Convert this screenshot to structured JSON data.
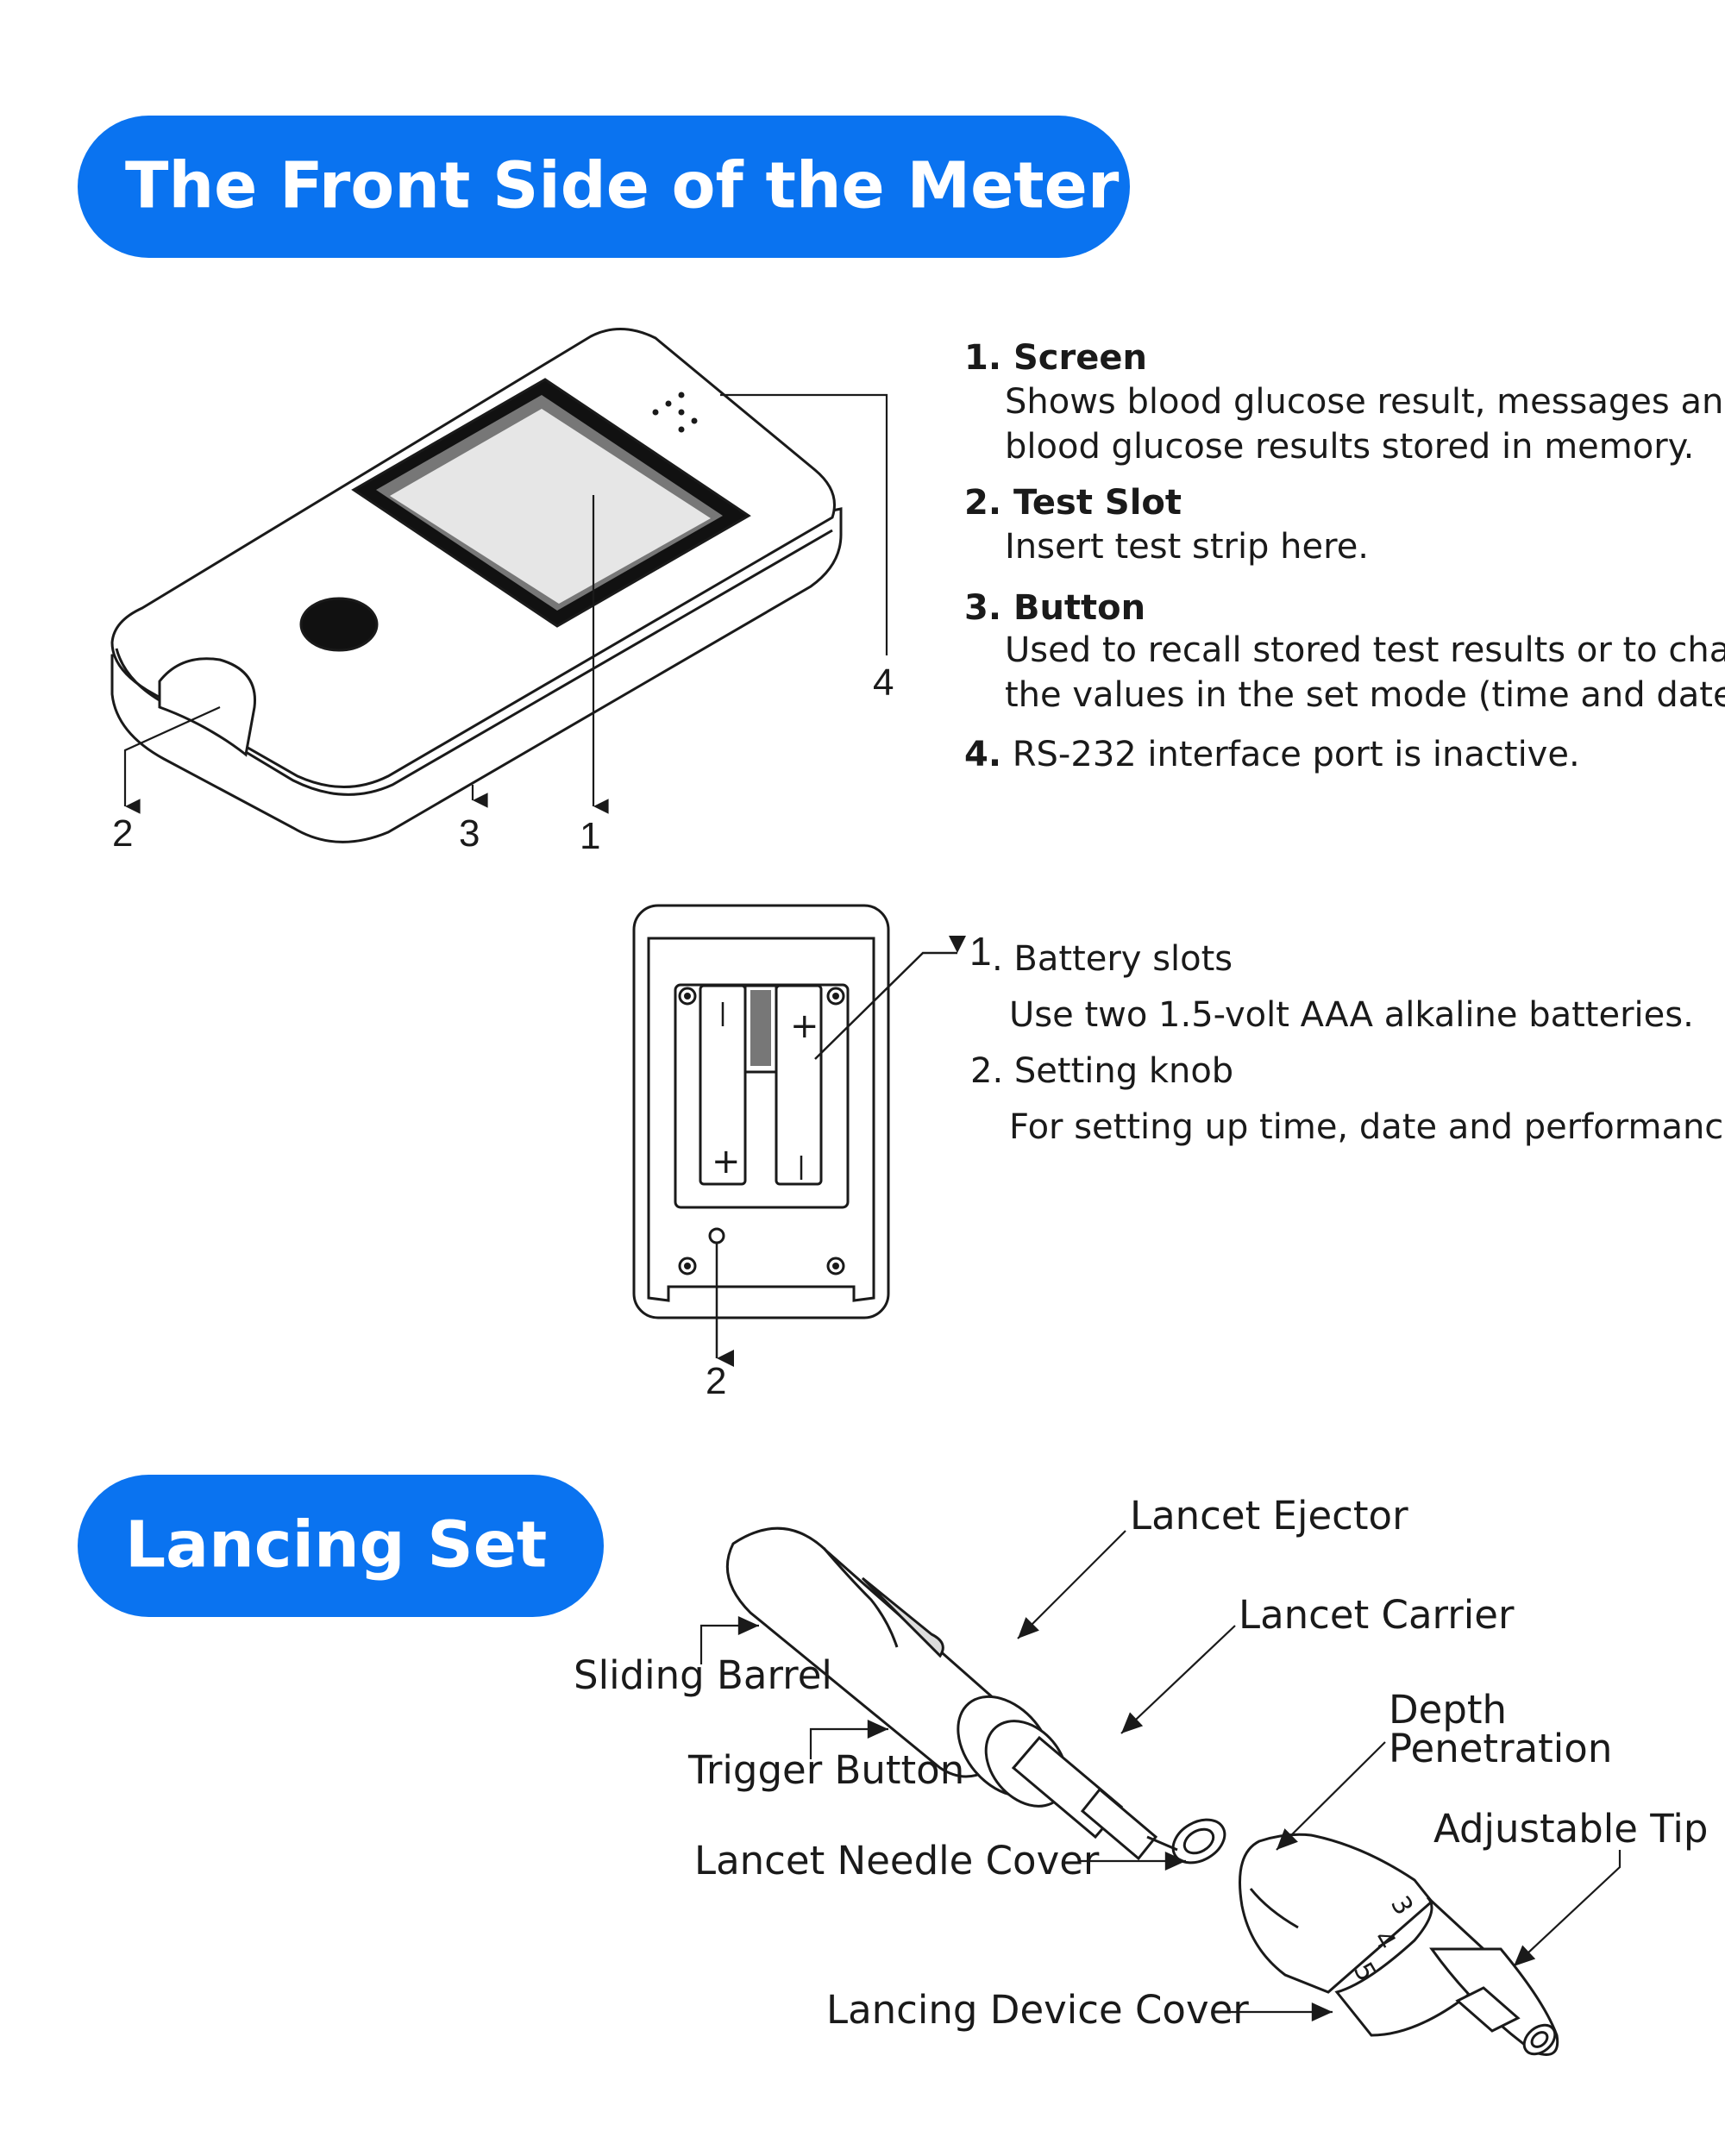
{
  "front": {
    "title": "The Front Side of the Meter",
    "callouts": [
      "1",
      "2",
      "3",
      "4"
    ],
    "items": [
      {
        "title": "1. Screen",
        "desc": [
          "Shows blood glucose result, messages and",
          "blood glucose results stored in memory."
        ]
      },
      {
        "title": "2. Test Slot",
        "desc": [
          "Insert test strip here."
        ]
      },
      {
        "title": "3. Button",
        "desc": [
          "Used to recall stored test results or to change",
          "the values in the set mode (time and date)."
        ]
      },
      {
        "num": "4.",
        "text": "RS-232 interface port is inactive."
      }
    ]
  },
  "back": {
    "callouts": [
      "1",
      "2"
    ],
    "items": [
      {
        "title": ". Battery slots",
        "desc": "Use two 1.5-volt AAA alkaline batteries."
      },
      {
        "title": "2. Setting knob",
        "desc": "For setting up time, date and performance."
      }
    ],
    "battery_marks": [
      "+",
      "+"
    ]
  },
  "lancing": {
    "title": "Lancing Set",
    "labels": {
      "lancet_ejector": "Lancet Ejector",
      "lancet_carrier": "Lancet Carrier",
      "sliding_barrel": "Sliding Barrel",
      "trigger_button": "Trigger Button",
      "depth_penetration": [
        "Depth",
        "Penetration"
      ],
      "lancet_needle_cover": "Lancet Needle Cover",
      "adjustable_tip": "Adjustable Tip",
      "lancing_device_cover": "Lancing Device Cover"
    },
    "dial_marks": [
      "3",
      "4",
      "5"
    ]
  },
  "colors": {
    "accent": "#0a73f0",
    "line": "#1a1a1a"
  }
}
